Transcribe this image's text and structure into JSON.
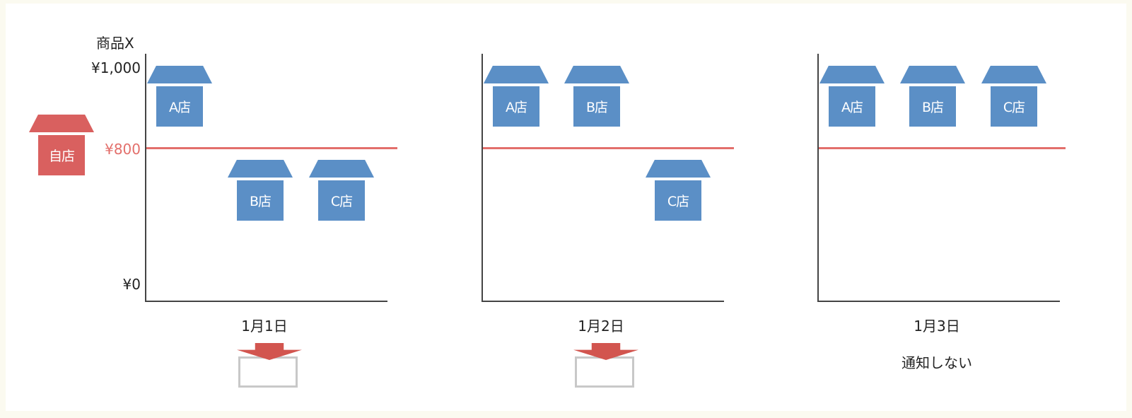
{
  "item_label": "商品X",
  "ticks": {
    "top": "¥1,000",
    "own": "¥800",
    "zero": "¥0"
  },
  "own_store": {
    "label": "自店",
    "price": 800
  },
  "colors": {
    "competitor": "#5b8fc6",
    "own": "#d9605f",
    "threshold": "#e36f6b",
    "envelope": "#c8c8c8"
  },
  "panels": [
    {
      "date": "1月1日",
      "notification": {
        "sent": true,
        "text": ""
      },
      "stores": [
        {
          "label": "A店",
          "position": "above"
        },
        {
          "label": "B店",
          "position": "below"
        },
        {
          "label": "C店",
          "position": "below"
        }
      ]
    },
    {
      "date": "1月2日",
      "notification": {
        "sent": true,
        "text": ""
      },
      "stores": [
        {
          "label": "A店",
          "position": "above"
        },
        {
          "label": "B店",
          "position": "above"
        },
        {
          "label": "C店",
          "position": "below"
        }
      ]
    },
    {
      "date": "1月3日",
      "notification": {
        "sent": false,
        "text": "通知しない"
      },
      "stores": [
        {
          "label": "A店",
          "position": "above"
        },
        {
          "label": "B店",
          "position": "above"
        },
        {
          "label": "C店",
          "position": "above"
        }
      ]
    }
  ]
}
